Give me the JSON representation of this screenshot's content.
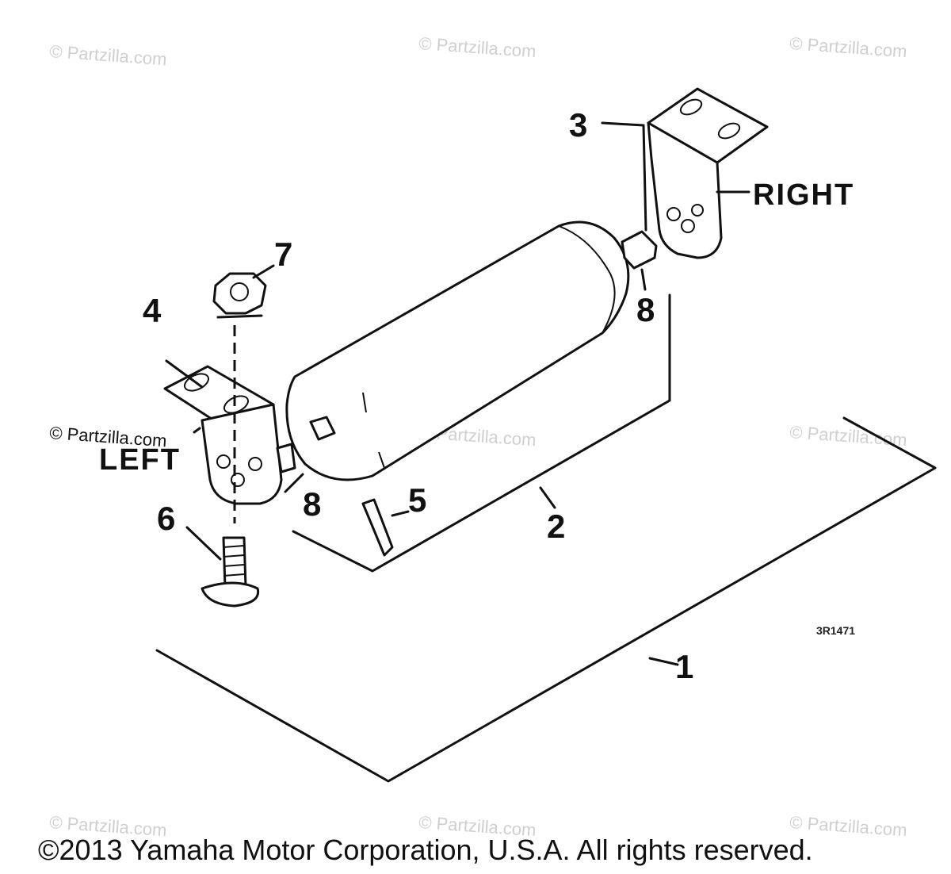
{
  "watermarks": {
    "text": "© Partzilla.com"
  },
  "labels": {
    "right": "RIGHT",
    "left": "LEFT",
    "drawing_code": "3R1471"
  },
  "callouts": {
    "c1": "1",
    "c2": "2",
    "c3": "3",
    "c4": "4",
    "c5": "5",
    "c6": "6",
    "c7": "7",
    "c8_left": "8",
    "c8_right": "8"
  },
  "footer": {
    "copyright": "©2013 Yamaha Motor Corporation, U.S.A. All rights reserved."
  },
  "colors": {
    "ink": "#111111",
    "watermark": "#cfcfcf",
    "background": "#ffffff"
  }
}
